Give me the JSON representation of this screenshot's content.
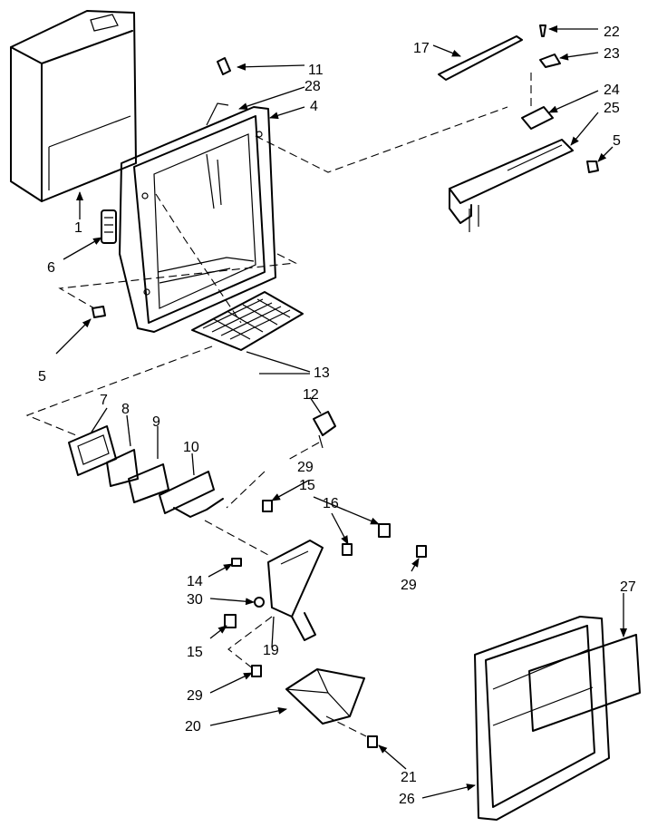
{
  "callouts": {
    "c1": "1",
    "c4": "4",
    "c5a": "5",
    "c5b": "5",
    "c6": "6",
    "c7": "7",
    "c8": "8",
    "c9": "9",
    "c10": "10",
    "c11": "11",
    "c12": "12",
    "c13": "13",
    "c14": "14",
    "c15a": "15",
    "c15b": "15",
    "c16": "16",
    "c17": "17",
    "c19": "19",
    "c20": "20",
    "c21": "21",
    "c22": "22",
    "c23": "23",
    "c24": "24",
    "c25": "25",
    "c26": "26",
    "c27": "27",
    "c28": "28",
    "c29a": "29",
    "c29b": "29",
    "c29c": "29",
    "c30": "30"
  }
}
